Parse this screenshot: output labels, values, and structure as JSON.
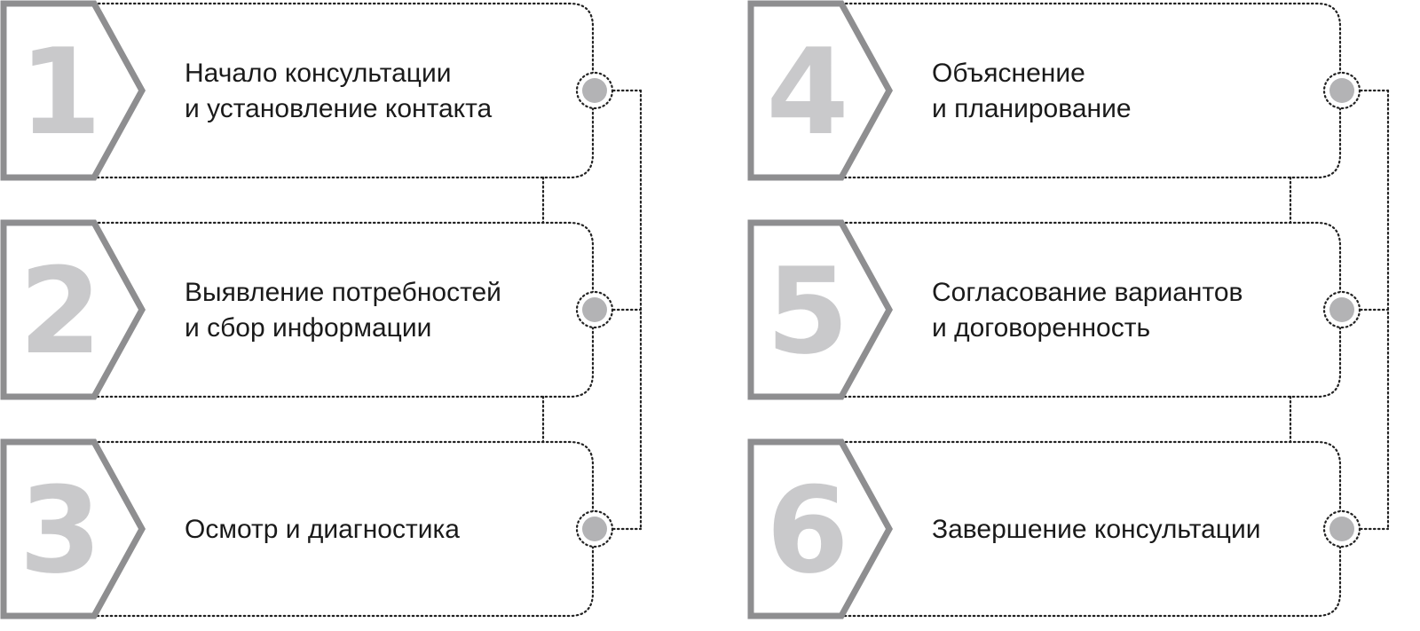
{
  "colors": {
    "chevron_stroke": "#8e8e90",
    "number_fill": "#c9c9cb",
    "dotted_line": "#222222",
    "connector_dot": "#b3b3b5",
    "text": "#1a1a1a",
    "background": "#ffffff"
  },
  "columns": [
    {
      "steps": [
        {
          "number": "1",
          "lines": [
            "Начало консультации",
            "и установление контакта"
          ]
        },
        {
          "number": "2",
          "lines": [
            "Выявление потребностей",
            "и сбор информации"
          ]
        },
        {
          "number": "3",
          "lines": [
            "Осмотр и диагностика"
          ]
        }
      ]
    },
    {
      "steps": [
        {
          "number": "4",
          "lines": [
            "Объяснение",
            "и планирование"
          ]
        },
        {
          "number": "5",
          "lines": [
            "Согласование вариантов",
            "и договоренность"
          ]
        },
        {
          "number": "6",
          "lines": [
            "Завершение консультации"
          ]
        }
      ]
    }
  ]
}
